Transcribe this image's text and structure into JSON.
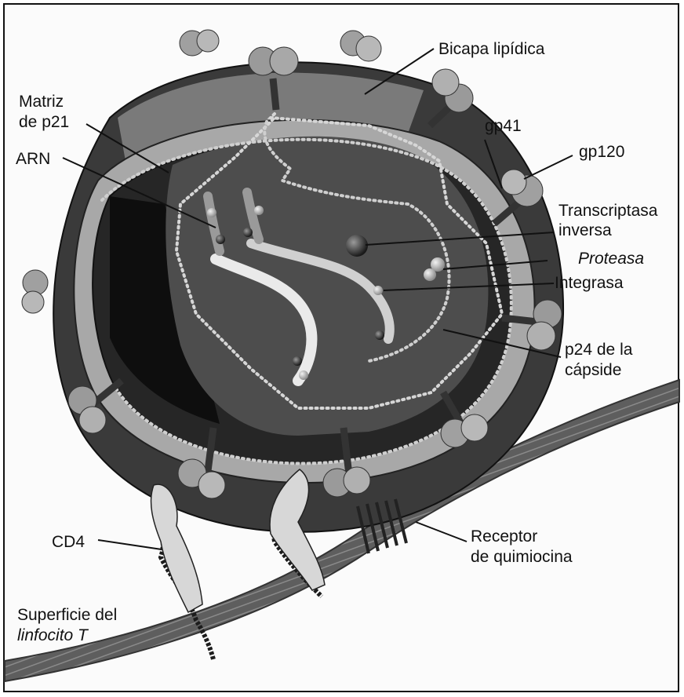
{
  "labels": {
    "bicapa": "Bicapa lipídica",
    "matriz_1": "Matriz",
    "matriz_2": "de p21",
    "arn": "ARN",
    "gp41": "gp41",
    "gp120": "gp120",
    "transcriptasa_1": "Transcriptasa",
    "transcriptasa_2": "inversa",
    "proteasa": "Proteasa",
    "integrasa": "Integrasa",
    "p24_1": "p24 de la",
    "p24_2": "cápside",
    "receptor_1": "Receptor",
    "receptor_2": "de quimiocina",
    "cd4": "CD4",
    "superficie_1": "Superficie del",
    "superficie_2": "linfocito T"
  }
}
